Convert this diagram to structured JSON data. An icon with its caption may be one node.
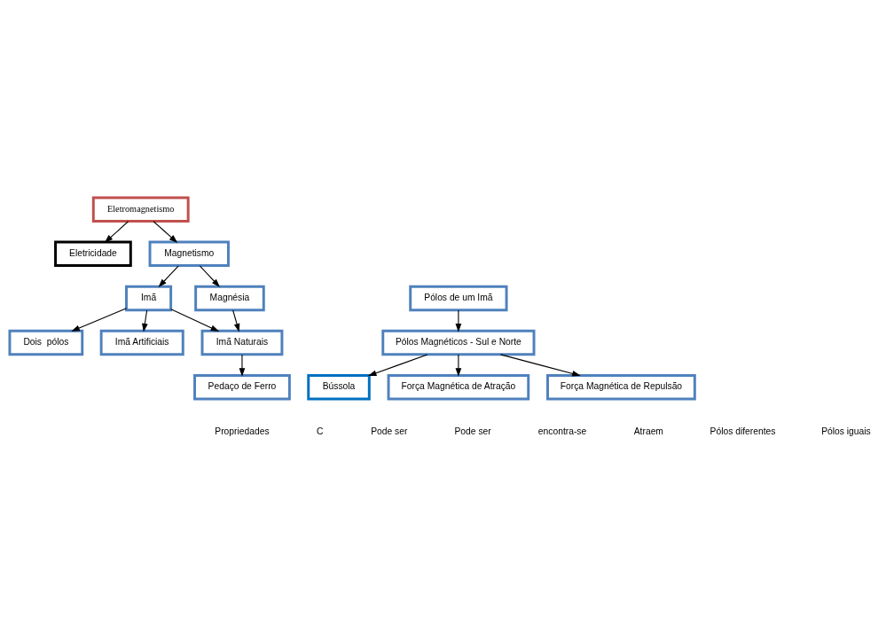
{
  "diagram": {
    "nodes": [
      {
        "text": [
          "Eletromagnetismo"
        ]
      },
      {
        "text": [
          "Eletricidade"
        ]
      },
      {
        "text": [
          "Magnetismo"
        ]
      },
      {
        "text": [
          "Imã"
        ]
      },
      {
        "text": [
          "Magnésia"
        ]
      },
      {
        "text": [
          "Dois  pólos"
        ]
      },
      {
        "text": [
          "Pólos de um Imã"
        ]
      },
      {
        "text": [
          "Imã Artificiais"
        ]
      },
      {
        "text": [
          "Imã Naturais"
        ]
      },
      {
        "text": [
          "Pólos Magnéticos - Sul e Norte"
        ]
      },
      {
        "text": [
          "Pedaço de Ferro"
        ]
      },
      {
        "text": [
          "Bússola"
        ]
      },
      {
        "text": [
          "Força Magnética de Atração"
        ]
      },
      {
        "text": [
          "Força Magnética de Repulsão"
        ]
      }
    ],
    "edges": [
      {
        "from": 0,
        "to": 1,
        "arrow": "to"
      },
      {
        "from": 0,
        "to": 2,
        "arrow": "to"
      },
      {
        "from": 2,
        "to": 3,
        "arrow": "to"
      },
      {
        "from": 2,
        "to": 4,
        "arrow": "to"
      },
      {
        "from": 3,
        "to": 5,
        "arrow": "to"
      },
      {
        "from": 3,
        "to": 7,
        "arrow": "to"
      },
      {
        "from": 3,
        "to": 8,
        "arrow": "to"
      },
      {
        "from": 4,
        "to": 8,
        "arrow": "to"
      },
      {
        "from": 6,
        "to": 9,
        "arrow": "to"
      },
      {
        "from": 8,
        "to": 10,
        "arrow": "to"
      },
      {
        "from": 9,
        "to": 11,
        "arrow": "to"
      },
      {
        "from": 9,
        "to": 12,
        "arrow": "to"
      },
      {
        "from": 9,
        "to": 13,
        "arrow": "to"
      }
    ],
    "labels": [
      "Propriedades",
      "C",
      "Pode ser",
      "Pode ser",
      "encontra-se",
      "Atraem",
      "Pólos diferentes",
      "Pólos iguais"
    ]
  }
}
